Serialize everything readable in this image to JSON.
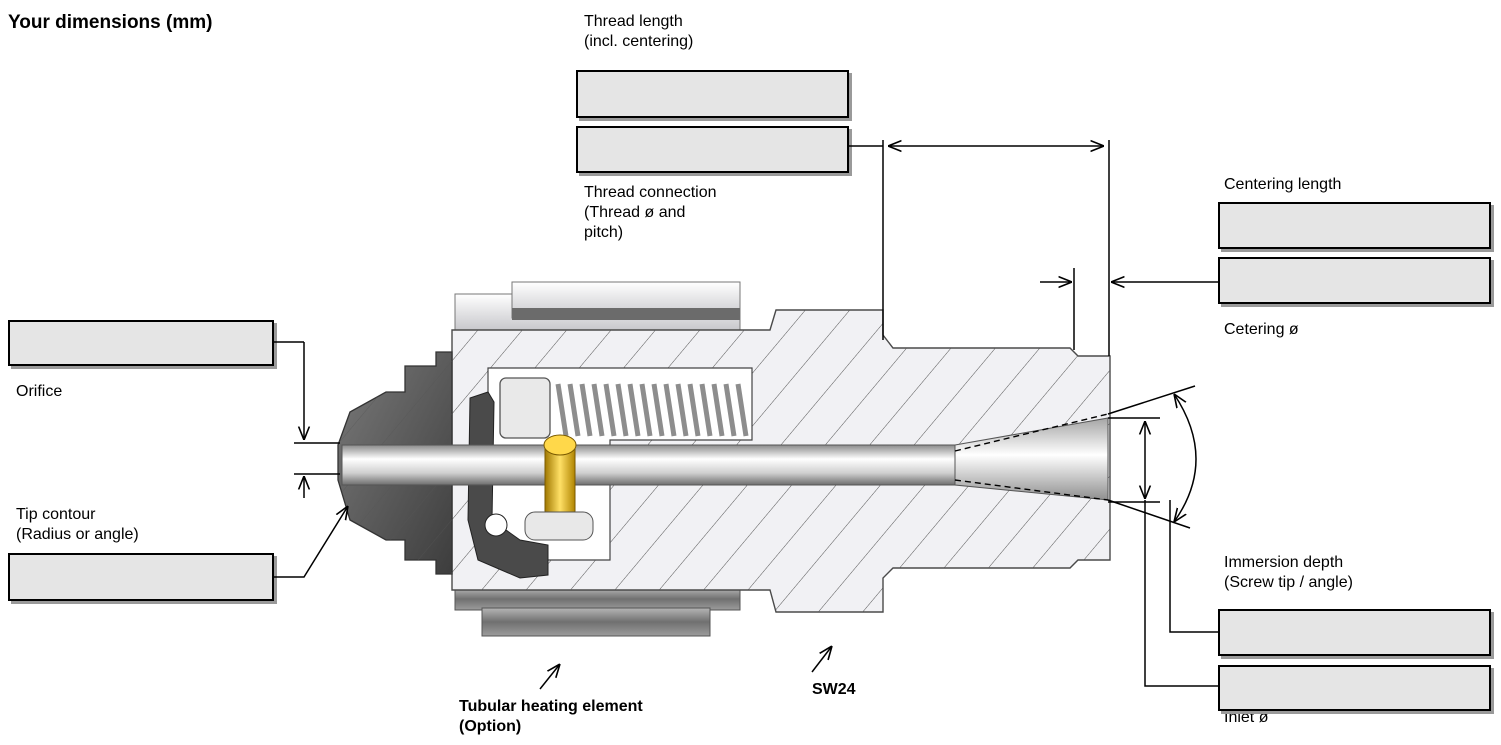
{
  "title": "Your dimensions (mm)",
  "labels": {
    "thread_length": "Thread length\n(incl. centering)",
    "thread_connection": "Thread connection\n(Thread ø and\npitch)",
    "centering_length": "Centering length",
    "centering_dia": "Cetering ø",
    "orifice": "Orifice",
    "tip_contour": "Tip contour\n(Radius or angle)",
    "immersion_depth": "Immersion depth\n(Screw tip / angle)",
    "inlet_dia": "Inlet ø",
    "heating_element": "Tubular heating element\n(Option)",
    "sw24": "SW24"
  },
  "fields": {
    "thread_length": "",
    "thread_connection": "",
    "centering_length": "",
    "centering_dia": "",
    "orifice": "",
    "tip_contour": "",
    "immersion_depth": "",
    "inlet_dia": ""
  },
  "colors": {
    "field_bg": "#e5e5e5",
    "body_fill": "#f0f0f3",
    "nozzle_cap": "#5a5a5a",
    "heater_band": "#8a8a8a",
    "gold_pin": "#e0b400"
  }
}
